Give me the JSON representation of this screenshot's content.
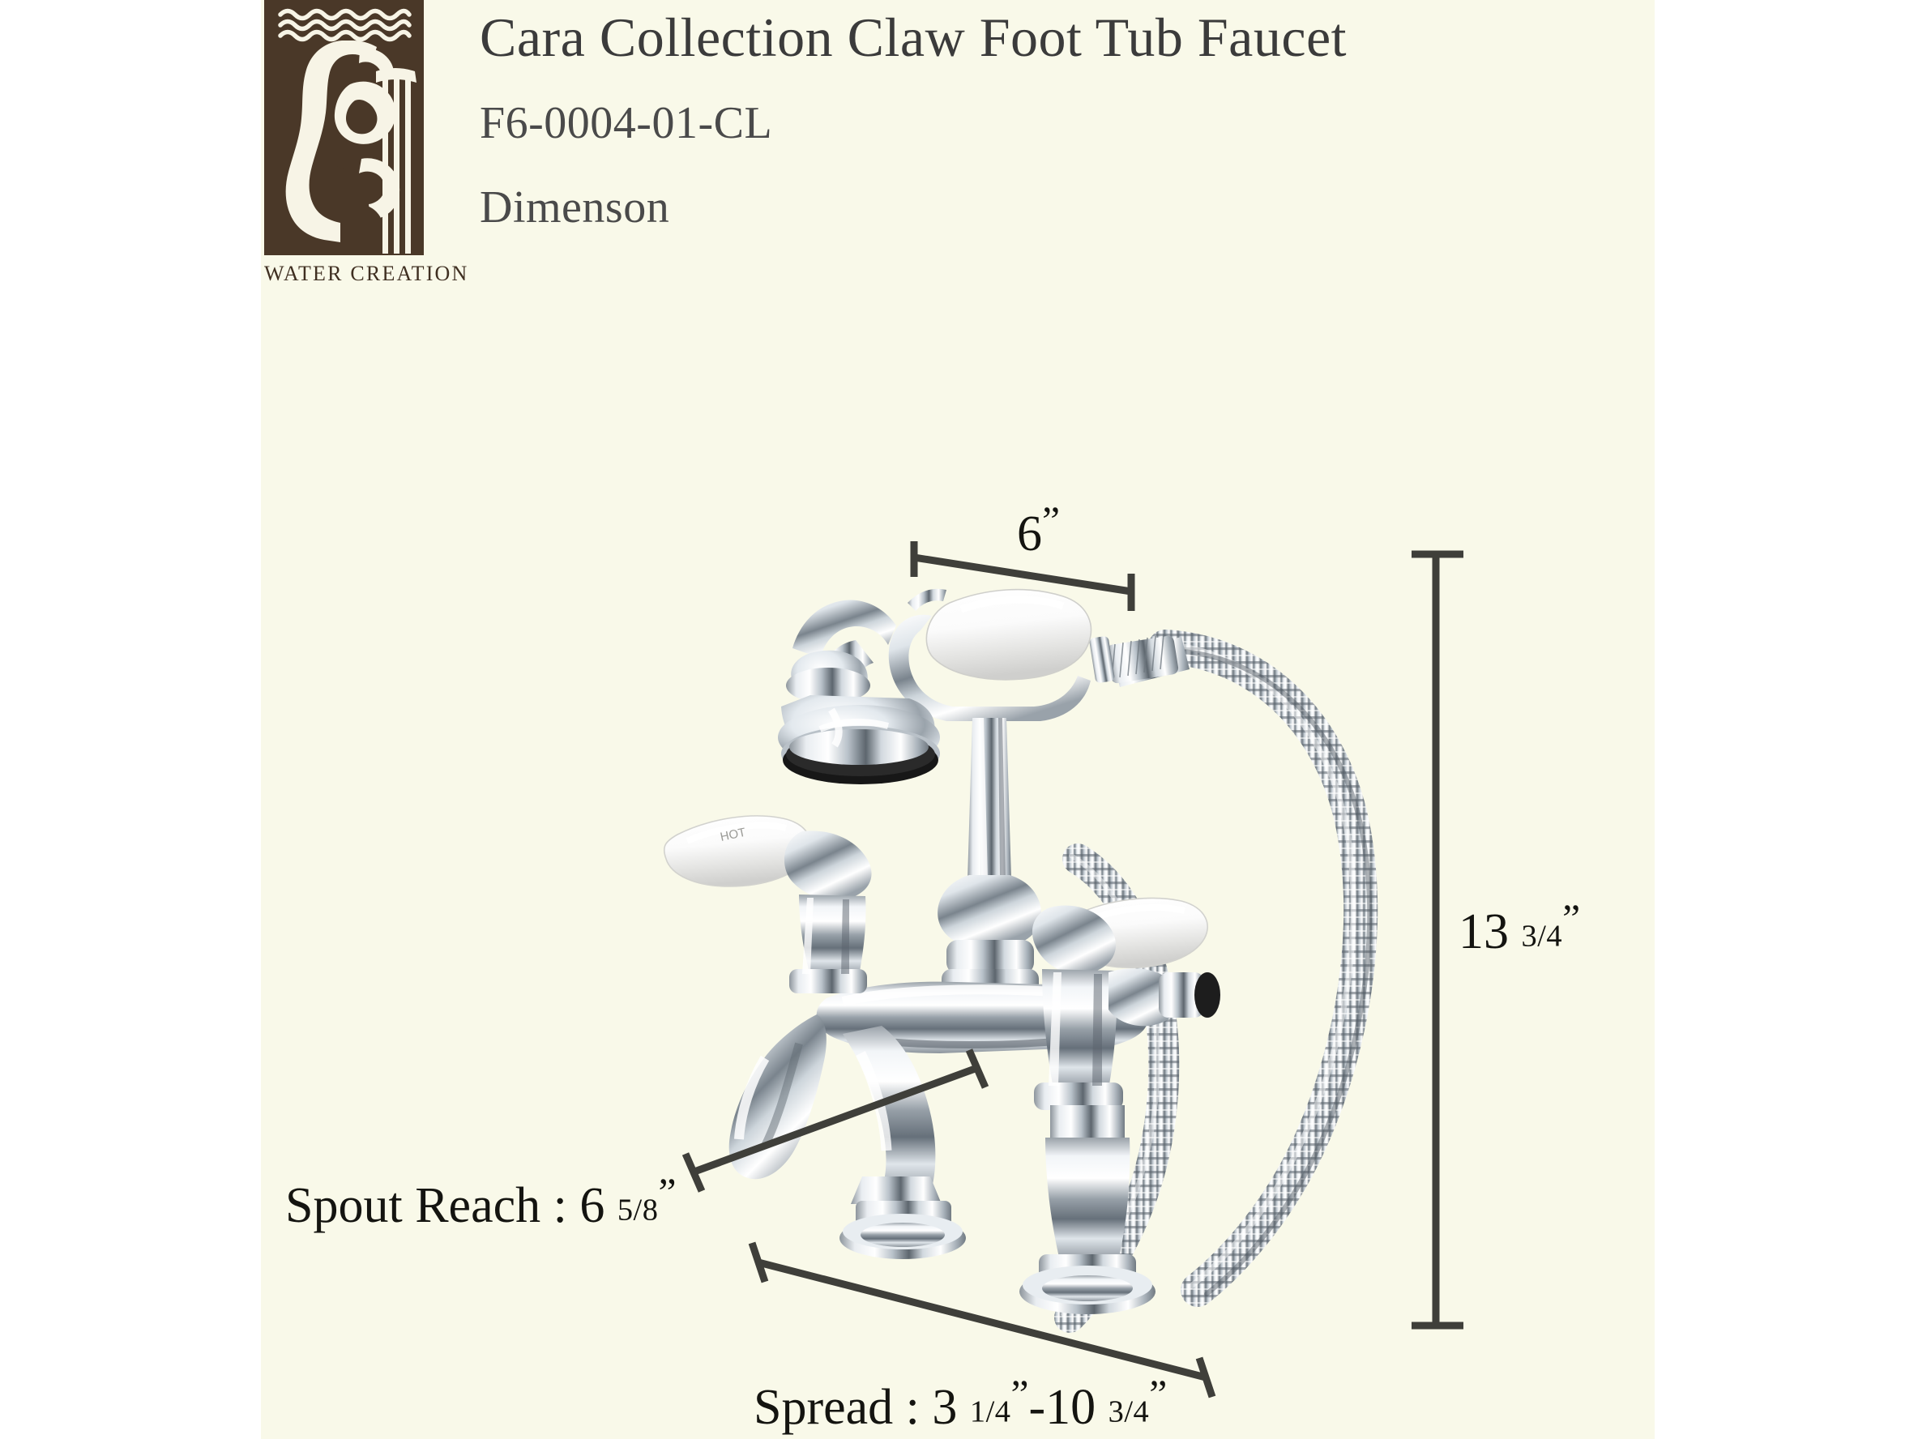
{
  "page": {
    "background_color": "#ffffff",
    "panel_color": "#f9f9e9",
    "ink_color": "#3b3b3b"
  },
  "logo": {
    "caption": "WATER CREATION",
    "mark_color": "#4a3828",
    "mark_alt": "bather-with-harp-logo"
  },
  "header": {
    "title": "Cara Collection Claw Foot Tub Faucet",
    "model": "F6-0004-01-CL",
    "subtitle": "Dimenson"
  },
  "dimensions": {
    "handle_spread_top": {
      "label": "6",
      "unit": "”",
      "full": "6”"
    },
    "height": {
      "whole": "13",
      "fraction": "3/4",
      "unit": "”",
      "full": "13 3/4”"
    },
    "spout_reach": {
      "prefix": "Spout Reach : ",
      "whole": "6",
      "fraction": "5/8",
      "unit": "”",
      "full": "Spout Reach : 6 5/8”"
    },
    "spread": {
      "prefix": "Spread : ",
      "min_whole": "3",
      "min_fraction": "1/4",
      "separator": "-",
      "max_whole": "10",
      "max_fraction": "3/4",
      "unit": "”",
      "full": "Spread : 3 1/4”-10 3/4”"
    }
  },
  "product": {
    "name": "claw-foot-tub-faucet",
    "finish": "polished-chrome",
    "handle_material": "white-porcelain",
    "handle_marking": "HOT",
    "parts": [
      "handshower",
      "handshower-cradle",
      "riser",
      "flexible-hose",
      "diverter-body",
      "spout",
      "hot-handle",
      "cold-handle",
      "deck-mount-couplers"
    ]
  }
}
